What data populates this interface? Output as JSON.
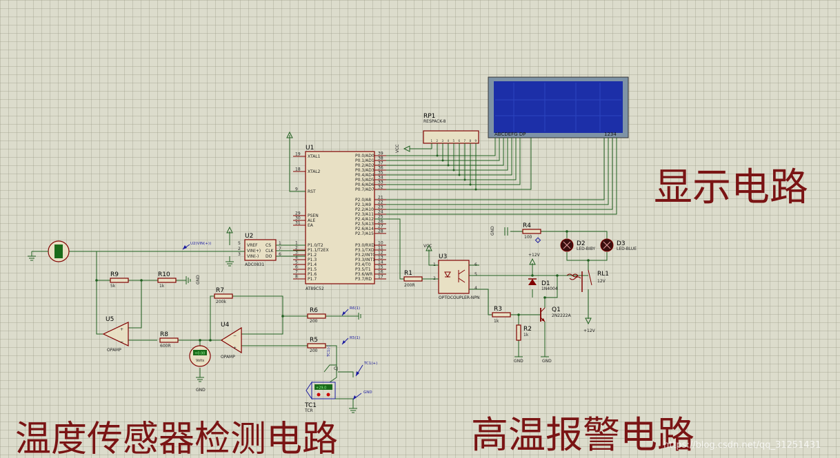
{
  "sections": {
    "display": "显示电路",
    "temp": "温度传感器检测电路",
    "alarm": "高温报警电路"
  },
  "watermark": "https://blog.csdn.net/qq_31251431",
  "u1": {
    "ref": "U1",
    "part": "AT89C52",
    "left_pins": [
      {
        "num": "19",
        "name": "XTAL1"
      },
      {
        "num": "18",
        "name": "XTAL2"
      },
      {
        "num": "9",
        "name": "RST"
      },
      {
        "num": "29",
        "name": "PSEN"
      },
      {
        "num": "30",
        "name": "ALE"
      },
      {
        "num": "31",
        "name": "EA"
      },
      {
        "num": "1",
        "name": "P1.0/T2"
      },
      {
        "num": "2",
        "name": "P1.1/T2EX"
      },
      {
        "num": "3",
        "name": "P1.2"
      },
      {
        "num": "4",
        "name": "P1.3"
      },
      {
        "num": "5",
        "name": "P1.4"
      },
      {
        "num": "6",
        "name": "P1.5"
      },
      {
        "num": "7",
        "name": "P1.6"
      },
      {
        "num": "8",
        "name": "P1.7"
      }
    ],
    "right_pins": [
      {
        "num": "39",
        "name": "P0.0/AD0"
      },
      {
        "num": "38",
        "name": "P0.1/AD1"
      },
      {
        "num": "37",
        "name": "P0.2/AD2"
      },
      {
        "num": "36",
        "name": "P0.3/AD3"
      },
      {
        "num": "35",
        "name": "P0.4/AD4"
      },
      {
        "num": "34",
        "name": "P0.5/AD5"
      },
      {
        "num": "33",
        "name": "P0.6/AD6"
      },
      {
        "num": "32",
        "name": "P0.7/AD7"
      },
      {
        "num": "21",
        "name": "P2.0/A8"
      },
      {
        "num": "22",
        "name": "P2.1/A9"
      },
      {
        "num": "23",
        "name": "P2.2/A10"
      },
      {
        "num": "24",
        "name": "P2.3/A11"
      },
      {
        "num": "25",
        "name": "P2.4/A12"
      },
      {
        "num": "26",
        "name": "P2.5/A13"
      },
      {
        "num": "27",
        "name": "P2.6/A14"
      },
      {
        "num": "28",
        "name": "P2.7/A15"
      },
      {
        "num": "10",
        "name": "P3.0/RXD"
      },
      {
        "num": "11",
        "name": "P3.1/TXD"
      },
      {
        "num": "12",
        "name": "P3.2/INT0"
      },
      {
        "num": "13",
        "name": "P3.3/INT1"
      },
      {
        "num": "14",
        "name": "P3.4/T0"
      },
      {
        "num": "15",
        "name": "P3.5/T1"
      },
      {
        "num": "16",
        "name": "P3.6/WR"
      },
      {
        "num": "17",
        "name": "P3.7/RD"
      }
    ]
  },
  "u2": {
    "ref": "U2",
    "part": "ADC0831",
    "left_pins": [
      {
        "num": "5",
        "name": "VREF"
      },
      {
        "num": "2",
        "name": "VIN(+)"
      },
      {
        "num": "3",
        "name": "VIN(-)"
      }
    ],
    "right_pins": [
      {
        "num": "1",
        "name": "CS"
      },
      {
        "num": "7",
        "name": "CLK"
      },
      {
        "num": "6",
        "name": "DO"
      }
    ]
  },
  "u3": {
    "ref": "U3",
    "part": "OPTOCOUPLER-NPN",
    "pins": [
      "1",
      "2",
      "6",
      "5",
      "4"
    ]
  },
  "opamps": [
    {
      "ref": "U5",
      "part": "OPAMP"
    },
    {
      "ref": "U4",
      "part": "OPAMP"
    }
  ],
  "resistors": [
    {
      "ref": "R1",
      "value": "200R"
    },
    {
      "ref": "R2",
      "value": "1k"
    },
    {
      "ref": "R3",
      "value": "1k"
    },
    {
      "ref": "R4",
      "value": "100"
    },
    {
      "ref": "R5",
      "value": "200"
    },
    {
      "ref": "R6",
      "value": "200"
    },
    {
      "ref": "R7",
      "value": "200k"
    },
    {
      "ref": "R8",
      "value": "600R"
    },
    {
      "ref": "R9",
      "value": "5k"
    },
    {
      "ref": "R10",
      "value": "1k"
    }
  ],
  "rp1": {
    "ref": "RP1",
    "part": "RESPACK-8",
    "pins": [
      "1",
      "2",
      "3",
      "4",
      "5",
      "6",
      "7",
      "8",
      "9"
    ]
  },
  "d1": {
    "ref": "D1",
    "part": "1N4004"
  },
  "d2": {
    "ref": "D2",
    "part": "LED-BIBY"
  },
  "d3": {
    "ref": "D3",
    "part": "LED-BLUE"
  },
  "q1": {
    "ref": "Q1",
    "part": "2N2222A"
  },
  "rl1": {
    "ref": "RL1",
    "part": "12V"
  },
  "tc1": {
    "ref": "TC1",
    "part": "TCR",
    "display": "+29.0",
    "tag": "CJ"
  },
  "lcd": {
    "seg_label": "ABCDEFG DP",
    "dig_label": "1234"
  },
  "voltmeter": {
    "label": "Volts",
    "reading": "+0.00"
  },
  "power": {
    "vcc": "VCC",
    "gnd": "GND",
    "p12": "+12V",
    "voltmeter_value": "0.00"
  },
  "probes": {
    "u2": "U2(VIN(+))",
    "r6": "R6(1)",
    "r5": "R5(1)",
    "tc1n": "TC1(-)",
    "tc1p": "TC1(+)",
    "gnd": "GND"
  }
}
